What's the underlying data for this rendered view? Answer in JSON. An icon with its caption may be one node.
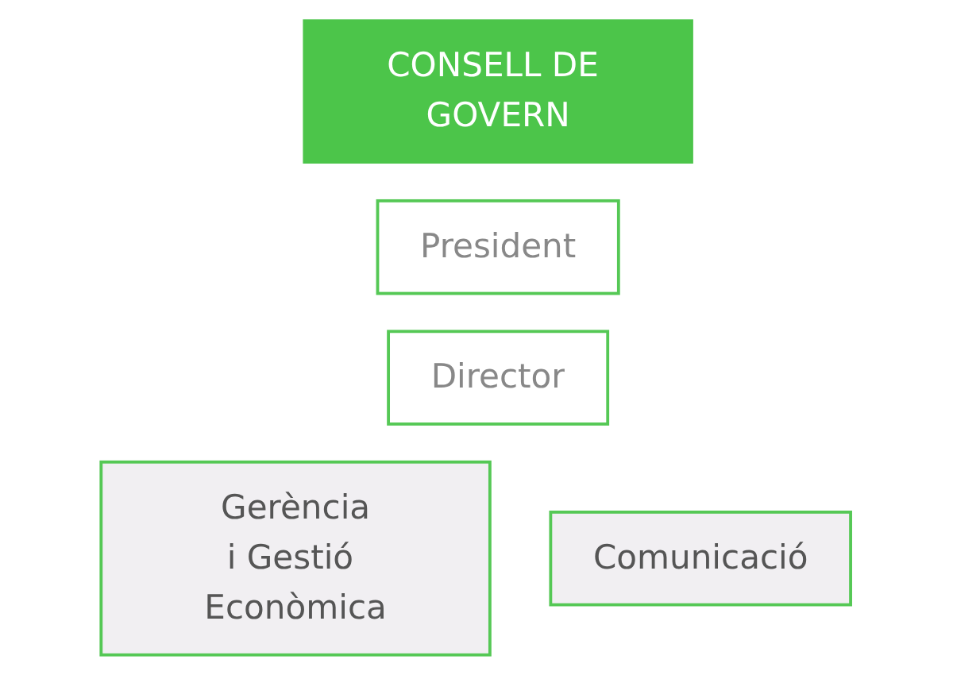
{
  "diagram": {
    "nodes": [
      {
        "text": [
          "CONSELL DE GOVERN"
        ]
      },
      {
        "text": [
          "President"
        ]
      },
      {
        "text": [
          "Director"
        ]
      },
      {
        "text": [
          "Gerència i Gestió Econòmica"
        ]
      },
      {
        "text": [
          "Comunicació"
        ]
      }
    ]
  }
}
